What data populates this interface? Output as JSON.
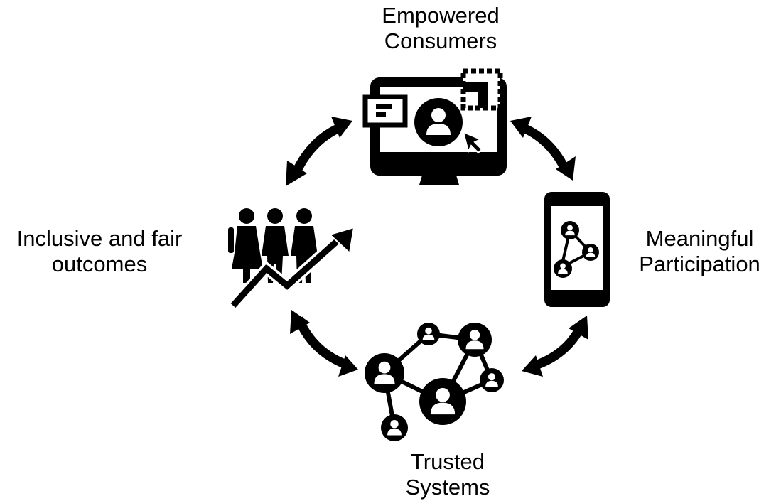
{
  "nodes": {
    "top": {
      "line1": "Empowered",
      "line2": "Consumers",
      "icon": "computer-monitor-user-icon"
    },
    "right": {
      "line1": "Meaningful",
      "line2": "Participation",
      "icon": "smartphone-network-icon"
    },
    "bottom": {
      "line1": "Trusted",
      "line2": "Systems",
      "icon": "people-network-icon"
    },
    "left": {
      "line1": "Inclusive and fair",
      "line2": "outcomes",
      "icon": "people-growth-arrow-icon"
    }
  },
  "colors": {
    "ink": "#000000",
    "background": "#ffffff"
  }
}
